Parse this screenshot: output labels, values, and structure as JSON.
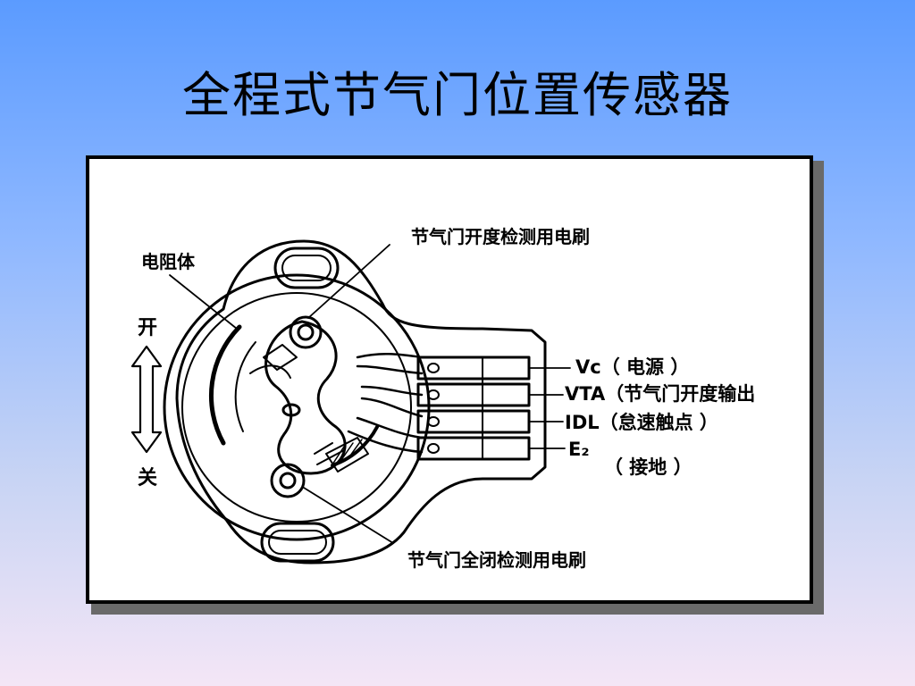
{
  "slide": {
    "title": "全程式节气门位置传感器"
  },
  "diagram": {
    "labels": {
      "brush_open": "节气门开度检测用电刷",
      "brush_closed": "节气门全闭检测用电刷",
      "resistor": "电阻体",
      "open": "开",
      "close": "关",
      "vc": "Vc（ 电源 ）",
      "vta": "VTA（节气门开度输出",
      "idl": "IDL（怠速触点 ）",
      "e2": "E₂",
      "e2_desc": "（ 接地 ）"
    },
    "icons": {
      "direction": "double-arrow-vertical-icon"
    }
  }
}
